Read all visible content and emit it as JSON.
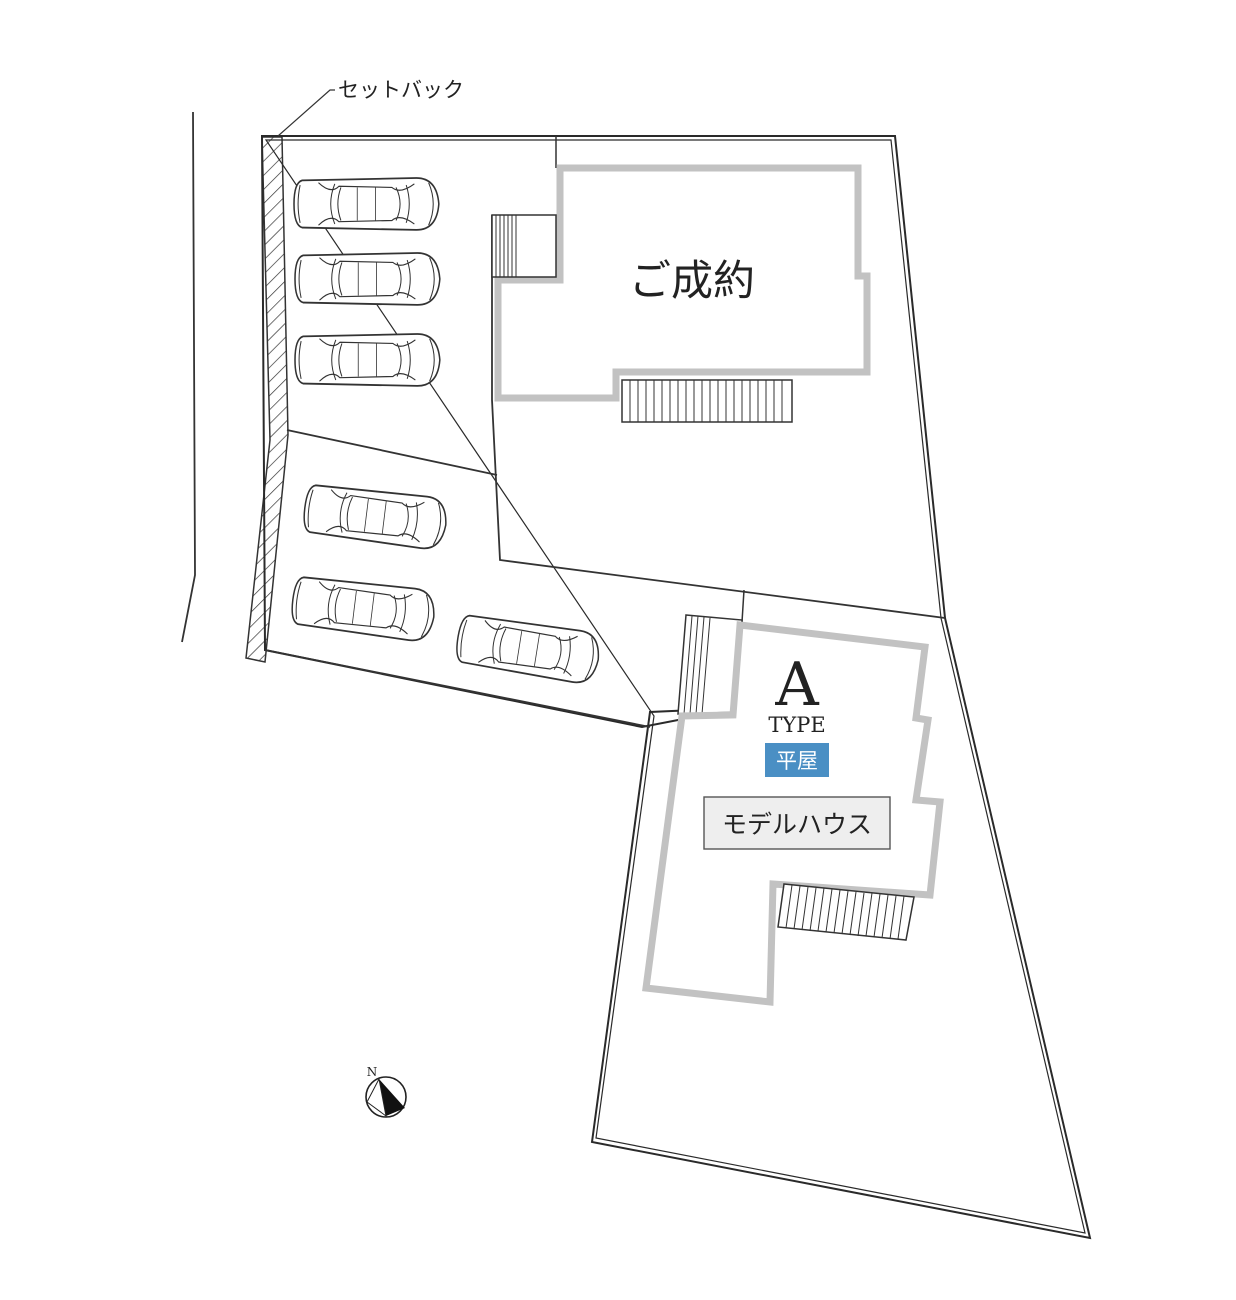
{
  "labels": {
    "setback": "セットバック",
    "sold": "ご成約",
    "type_letter": "A",
    "type_word": "TYPE",
    "story_badge": "平屋",
    "model_house": "モデルハウス",
    "north": "N"
  },
  "colors": {
    "line": "#2a2a2a",
    "building_outline": "#c2c2c2",
    "badge_fill": "#4a8fc4",
    "badge_text": "#ffffff",
    "model_box_fill": "#eeeeee"
  },
  "parking_spaces": 6
}
